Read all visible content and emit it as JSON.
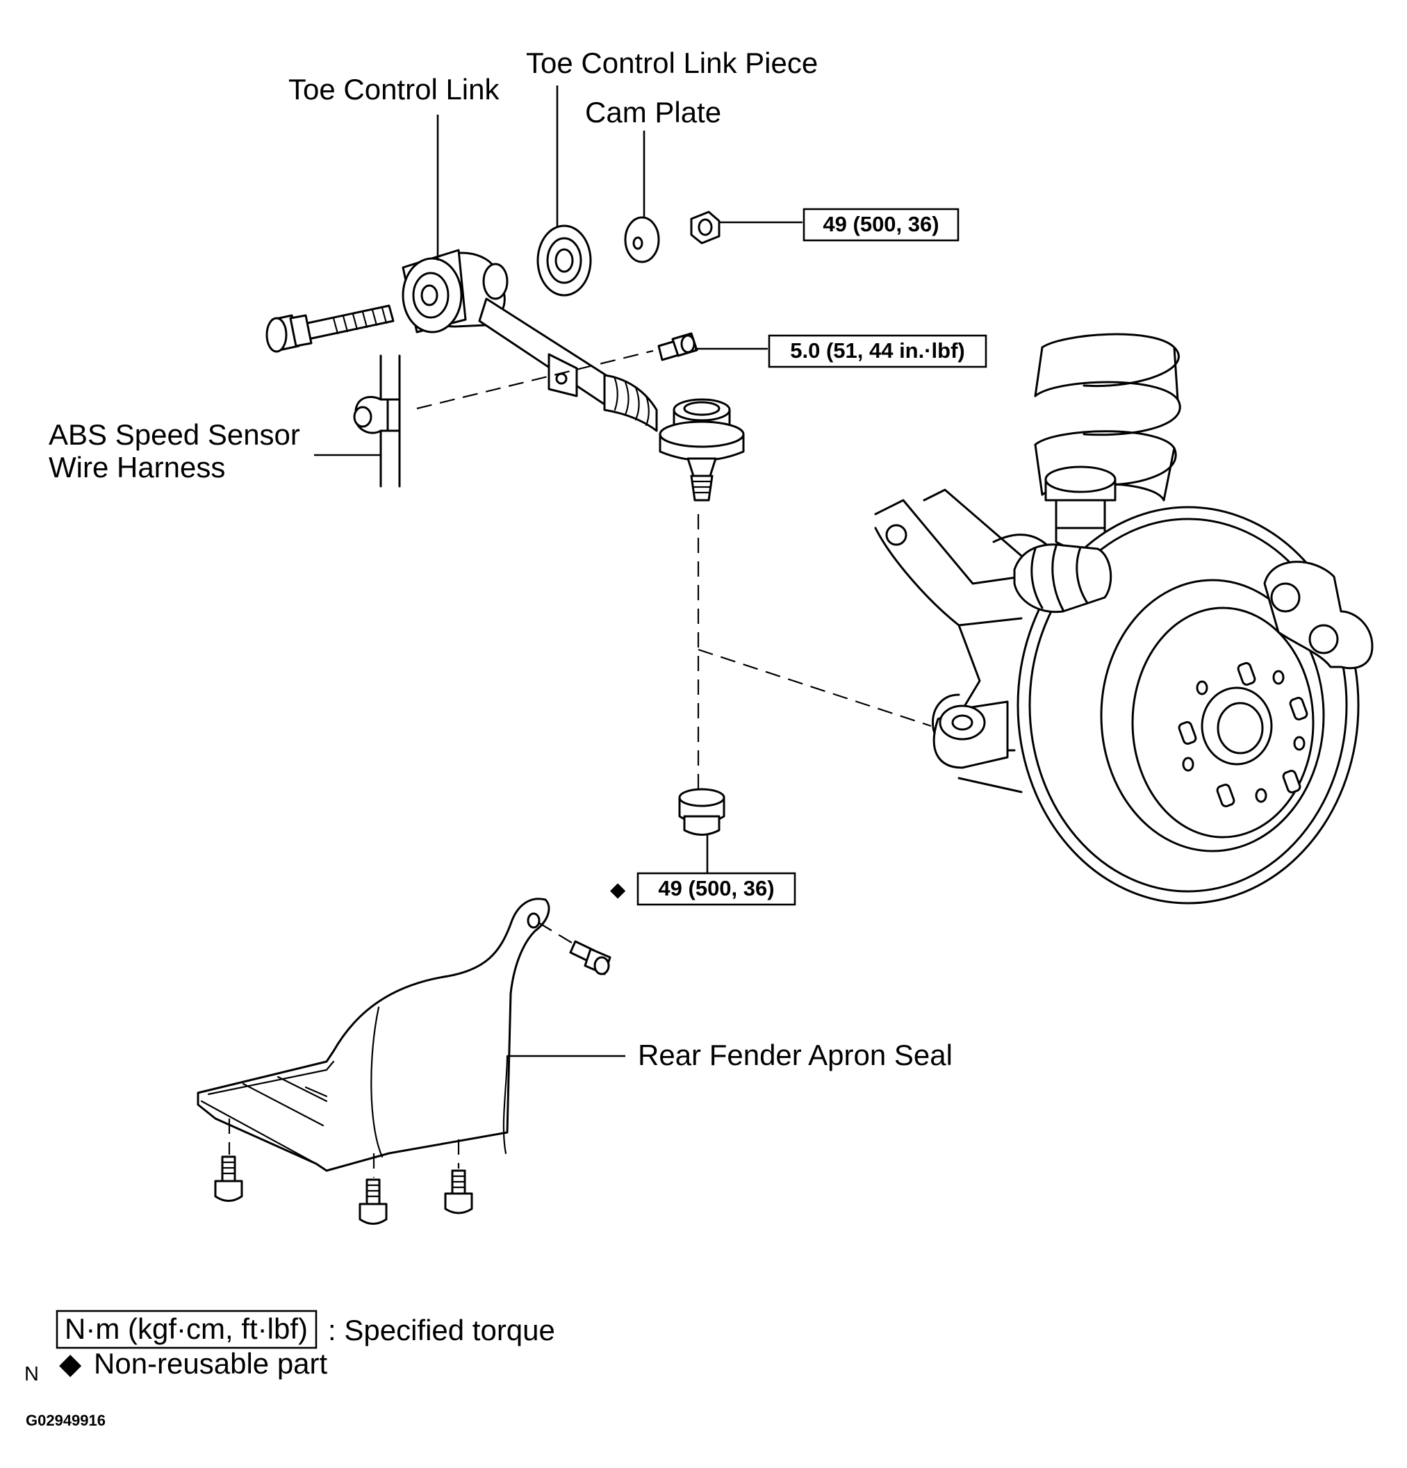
{
  "labels": {
    "toe_control_link": "Toe Control Link",
    "toe_control_link_piece": "Toe Control Link Piece",
    "cam_plate": "Cam Plate",
    "abs_line1": "ABS Speed Sensor",
    "abs_line2": "Wire Harness",
    "rear_fender_apron_seal": "Rear Fender Apron Seal"
  },
  "torques": {
    "cam_nut": "49 (500, 36)",
    "bracket_bolt": "5.0 (51, 44 in.·lbf)",
    "ball_joint_nut": "49 (500, 36)"
  },
  "legend": {
    "unit_box": "N·m (kgf·cm, ft·lbf)",
    "specified_torque": ": Specified torque",
    "diamond": "◆",
    "non_reusable": "Non-reusable part",
    "n_mark": "N"
  },
  "figure_code": "G02949916"
}
